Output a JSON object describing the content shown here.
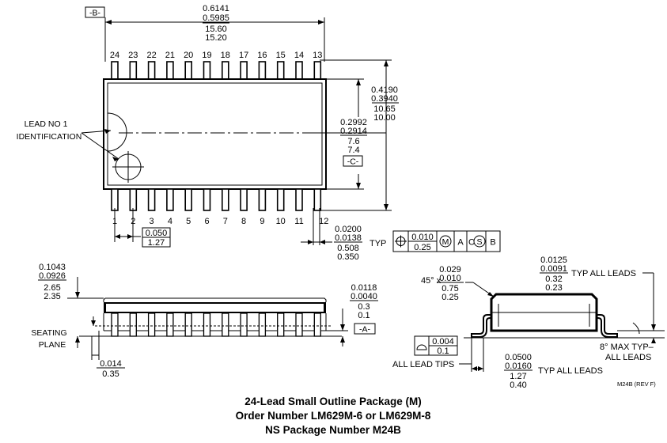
{
  "datum_b": "-B-",
  "datum_c": "-C-",
  "datum_a": "-A-",
  "top_pins": [
    "24",
    "23",
    "22",
    "21",
    "20",
    "19",
    "18",
    "17",
    "16",
    "15",
    "14",
    "13"
  ],
  "bottom_pins": [
    "1",
    "2",
    "3",
    "4",
    "5",
    "6",
    "7",
    "8",
    "9",
    "10",
    "11",
    "12"
  ],
  "length_dim": [
    "0.6141",
    "0.5985",
    "15.60",
    "15.20"
  ],
  "overall_width_dim": [
    "0.4190",
    "0.3940",
    "10.65",
    "10.00"
  ],
  "body_width_dim": [
    "0.2992",
    "0.2914",
    "7.6",
    "7.4"
  ],
  "lead_label": [
    "LEAD NO 1",
    "IDENTIFICATION"
  ],
  "pitch_dim": [
    "0.050",
    "1.27"
  ],
  "lead_width_dim": [
    "0.0200",
    "0.0138",
    "0.508",
    "0.350"
  ],
  "typ": "TYP",
  "position_tol": {
    "mm": "0.25",
    "inch": "0.010",
    "mods": [
      "M",
      "A",
      "C",
      "S",
      "B"
    ]
  },
  "height_dim": [
    "0.1043",
    "0.0926",
    "2.65",
    "2.35"
  ],
  "standoff_dim": [
    "0.0118",
    "0.0040",
    "0.3",
    "0.1"
  ],
  "seating_plane": [
    "SEATING",
    "PLANE"
  ],
  "bottom_dim": [
    "0.014",
    "0.35"
  ],
  "chamfer_dim": {
    "prefix": "45° x",
    "values": [
      "0.029",
      "0.010",
      "0.75",
      "0.25"
    ]
  },
  "lead_thickness_dim": [
    "0.0125",
    "0.0091",
    "0.32",
    "0.23"
  ],
  "typ_all_leads": "TYP ALL LEADS",
  "typ_all_leads_dash": "TYP ALL LEADS",
  "coplanarity": {
    "inch": "0.004",
    "mm": "0.1"
  },
  "all_lead_tips": "ALL LEAD TIPS",
  "angle_label": [
    "8° MAX TYP–",
    "ALL LEADS"
  ],
  "foot_length_dim": [
    "0.0500",
    "0.0160",
    "1.27",
    "0.40"
  ],
  "foot_typ": "TYP ALL LEADS",
  "revision": "M24B (REV F)",
  "caption": [
    "24-Lead Small Outline Package (M)",
    "Order Number LM629M-6 or LM629M-8",
    "NS Package Number M24B"
  ]
}
